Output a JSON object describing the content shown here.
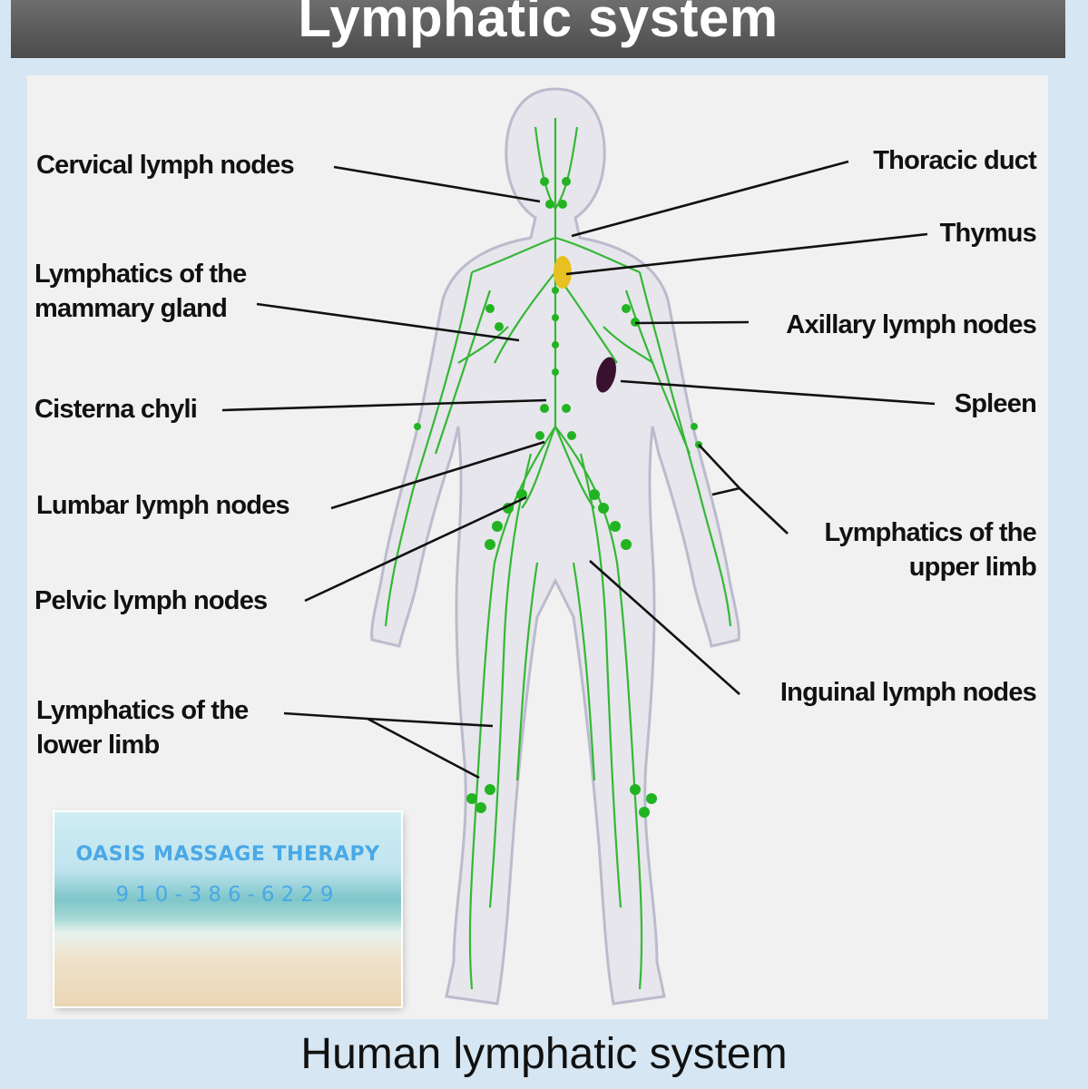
{
  "header": {
    "title": "Lymphatic system"
  },
  "caption": "Human lymphatic system",
  "labels": {
    "cervical": [
      "Cervical lymph nodes"
    ],
    "mammary": [
      "Lymphatics of the",
      "mammary gland"
    ],
    "cisterna": [
      "Cisterna chyli"
    ],
    "lumbar": [
      "Lumbar lymph nodes"
    ],
    "pelvic": [
      "Pelvic lymph nodes"
    ],
    "lower_limb": [
      "Lymphatics of the",
      "lower limb"
    ],
    "thoracic": [
      "Thoracic duct"
    ],
    "thymus": [
      "Thymus"
    ],
    "axillary": [
      "Axillary lymph nodes"
    ],
    "spleen": [
      "Spleen"
    ],
    "upper_limb": [
      "Lymphatics of the",
      "upper limb"
    ],
    "inguinal": [
      "Inguinal lymph nodes"
    ]
  },
  "ad": {
    "name": "OASIS MASSAGE THERAPY",
    "phone": "910-386-6229"
  },
  "colors": {
    "lymph": "#22b322",
    "thymus": "#e8c020",
    "spleen": "#3a1030",
    "body": "#e4e4ea",
    "outline": "#b9b9cc"
  }
}
